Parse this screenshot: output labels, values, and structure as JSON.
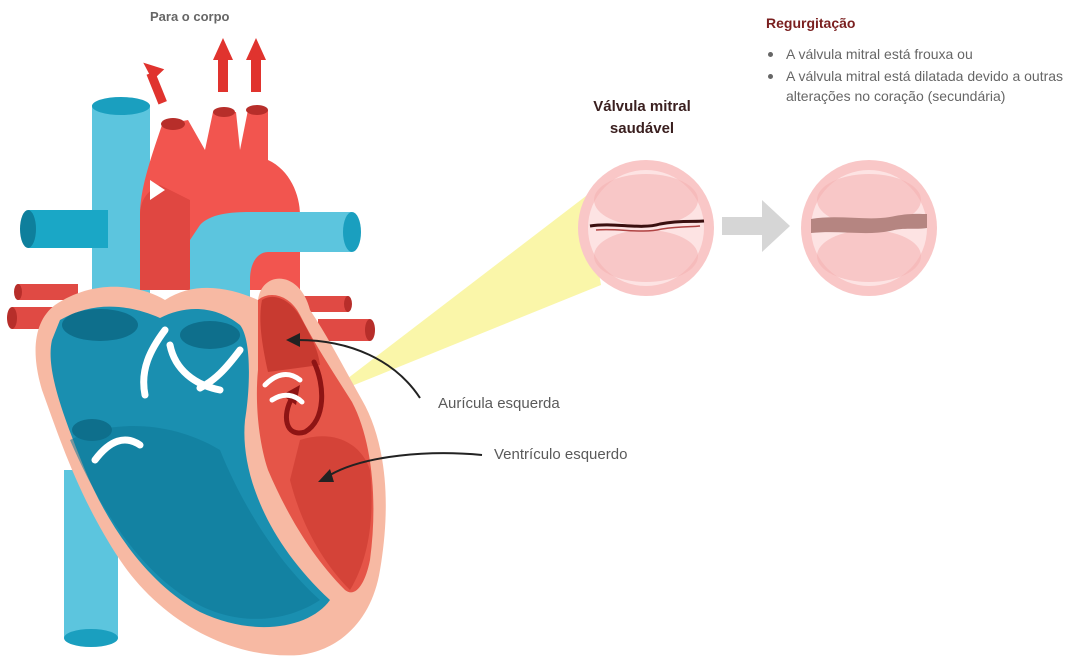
{
  "labels": {
    "to_body": "Para o corpo",
    "healthy_valve_line1": "Válvula mitral",
    "healthy_valve_line2": "saudável",
    "left_atrium": "Aurícula esquerda",
    "left_ventricle": "Ventrículo esquerdo"
  },
  "regurgitation": {
    "title": "Regurgitação",
    "items": [
      "A válvula mitral está frouxa ou",
      "A válvula mitral está dilatada devido a outras alterações no coração (secundária)"
    ]
  },
  "colors": {
    "aorta_red": "#f2554f",
    "vein_blue": "#5cc5de",
    "chamber_blue": "#1a8fb0",
    "wall_peach": "#f7b9a3",
    "valve_pink": "#f9c7c7",
    "highlight_yellow": "#faf5a0",
    "arrow_grey": "#d6d6d6"
  }
}
